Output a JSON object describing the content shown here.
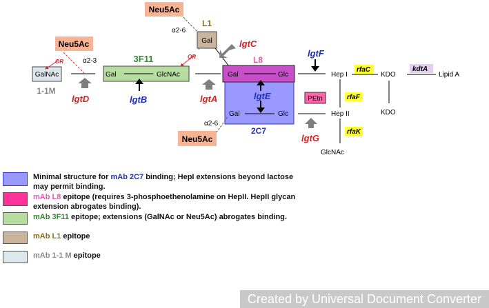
{
  "diagram": {
    "galnac": "GalNAc",
    "gal": "Gal",
    "glcnac": "GlcNAc",
    "glc": "Glc",
    "neu5ac": "Neu5Ac",
    "hep1": "Hep I",
    "hep2": "Hep II",
    "kdo": "KDO",
    "lipid_a": "Lipid A",
    "petn": "PEtn",
    "glcnac_bottom": "GlcNAc",
    "or_label": "OR",
    "linkage_a23": "α2-3",
    "linkage_a26": "α2-6",
    "mab_1_1m": "1-1M",
    "mab_3f11": "3F11",
    "mab_l1": "L1",
    "mab_l8": "L8",
    "mab_2c7": "2C7",
    "genes": {
      "lgtD": "lgtD",
      "lgtB": "lgtB",
      "lgtA": "lgtA",
      "lgtC": "lgtC",
      "lgtE": "lgtE",
      "lgtF": "lgtF",
      "lgtG": "lgtG",
      "rfaC": "rfaC",
      "rfaF": "rfaF",
      "rfaK": "rfaK",
      "kdtA": "kdtA"
    }
  },
  "legend": [
    {
      "mab": "mAb 2C7",
      "pre": "Minimal structure for ",
      "post": " binding; HepI extensions beyond lactose may permit binding.",
      "mab_color": "#1f2fb8",
      "swatch": "#9999ff"
    },
    {
      "mab": "mAb L8",
      "pre": "",
      "post": " epitope (requires 3-phosphoethenolamine on HepII. HepII glycan extension abrogates binding).",
      "mab_color": "#e05ab0",
      "swatch": "#ff3399"
    },
    {
      "mab": "mAb 3F11",
      "pre": "",
      "post": " epitope; extensions (GalNAc or Neu5Ac) abrogates binding.",
      "mab_color": "#2e8b2e",
      "swatch": "#b6dca0"
    },
    {
      "mab": "mAb L1",
      "pre": "",
      "post": " epitope",
      "mab_color": "#8a6a1a",
      "swatch": "#c9b49e"
    },
    {
      "mab": "mAb 1-1 M",
      "pre": "",
      "post": " epitope",
      "mab_color": "#888888",
      "swatch": "#dde8ee"
    }
  ],
  "watermark": "Created by Universal Document Converter",
  "colors": {
    "gene_red": "#d42020",
    "gene_blue": "#1f2fb8",
    "gene_black": "#000000",
    "neu5ac_fill": "#f7b393",
    "highlight_yellow": "#ffff33",
    "arrow_gray": "#7f7f7f",
    "or_arrow": "#e0202a"
  }
}
